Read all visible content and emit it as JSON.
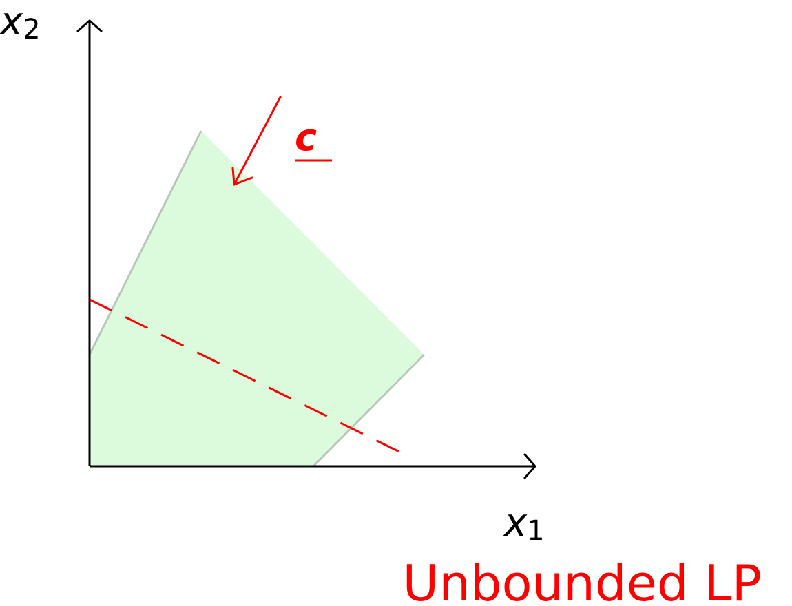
{
  "axes": {
    "x_label": {
      "base": "x",
      "sub": "1"
    },
    "y_label": {
      "base": "x",
      "sub": "2"
    }
  },
  "cost_vector": {
    "label": "c"
  },
  "caption": "Unbounded LP",
  "colors": {
    "axis": "#000000",
    "feasible_region": "#dcfadc",
    "region_edge": "#b8c8b8",
    "objective": "#ff0000",
    "caption": "#ff0000"
  }
}
